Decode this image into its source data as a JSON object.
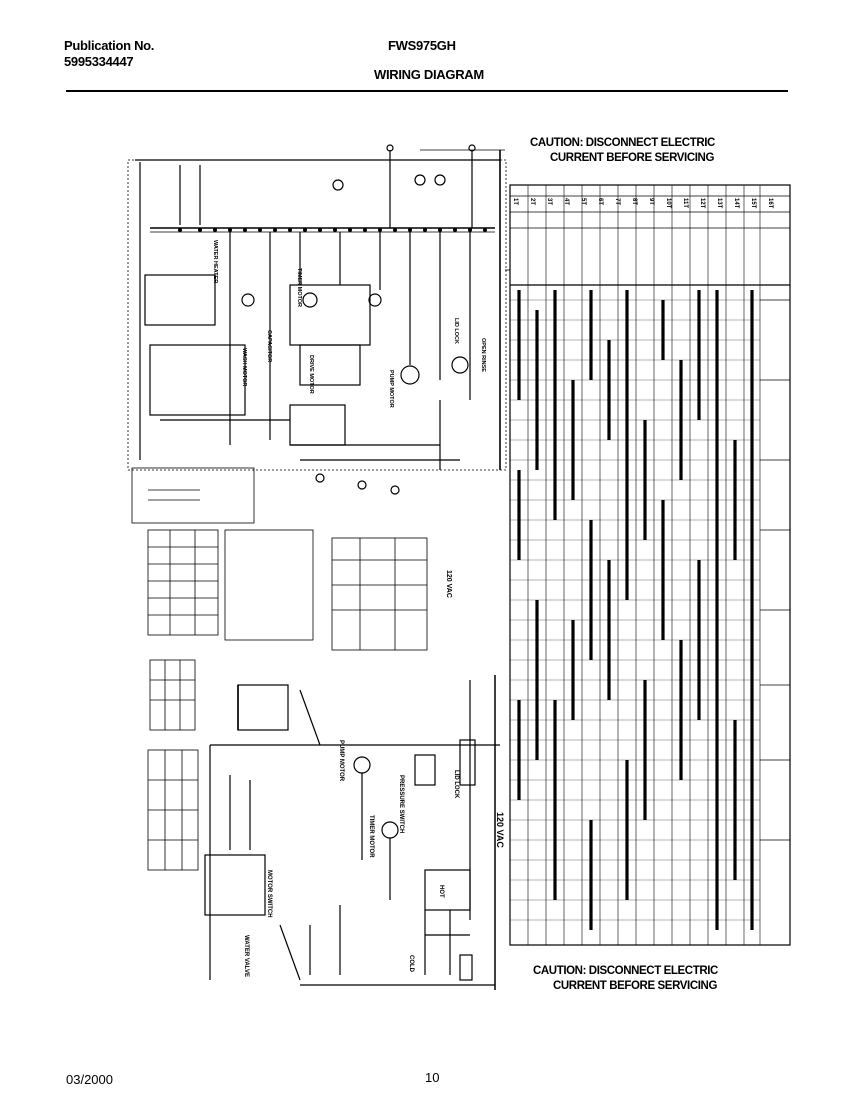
{
  "header": {
    "publication_label": "Publication No.",
    "publication_number": "5995334447",
    "model": "FWS975GH",
    "title": "WIRING DIAGRAM"
  },
  "caution": {
    "top_line1": "CAUTION: DISCONNECT ELECTRIC",
    "top_line2": "CURRENT BEFORE SERVICING",
    "bottom_line1": "CAUTION: DISCONNECT ELECTRIC",
    "bottom_line2": "CURRENT BEFORE SERVICING"
  },
  "diagram": {
    "upper_components": [
      "WATER HEATER",
      "TIMER MOTOR",
      "PUMP MOTOR",
      "LID LOCK",
      "OPEN RINSE",
      "WASH MOTOR",
      "DRIVE MOTOR",
      "CAPACITOR"
    ],
    "lower_components": [
      "TIMER MOTOR",
      "PUMP MOTOR",
      "PRESSURE SWITCH",
      "LID LOCK",
      "MOTOR SWITCH",
      "WATER VALVE",
      "COLD",
      "HOT"
    ],
    "voltage_label": "120 VAC",
    "voltage_label_upper": "120 VAC",
    "timer_rows": [
      "1T",
      "2T",
      "3T",
      "4T",
      "5T",
      "6T",
      "7T",
      "8T",
      "9T",
      "10T",
      "11T",
      "12T",
      "13T",
      "14T",
      "15T",
      "16T"
    ]
  },
  "footer": {
    "date": "03/2000",
    "page": "10"
  }
}
